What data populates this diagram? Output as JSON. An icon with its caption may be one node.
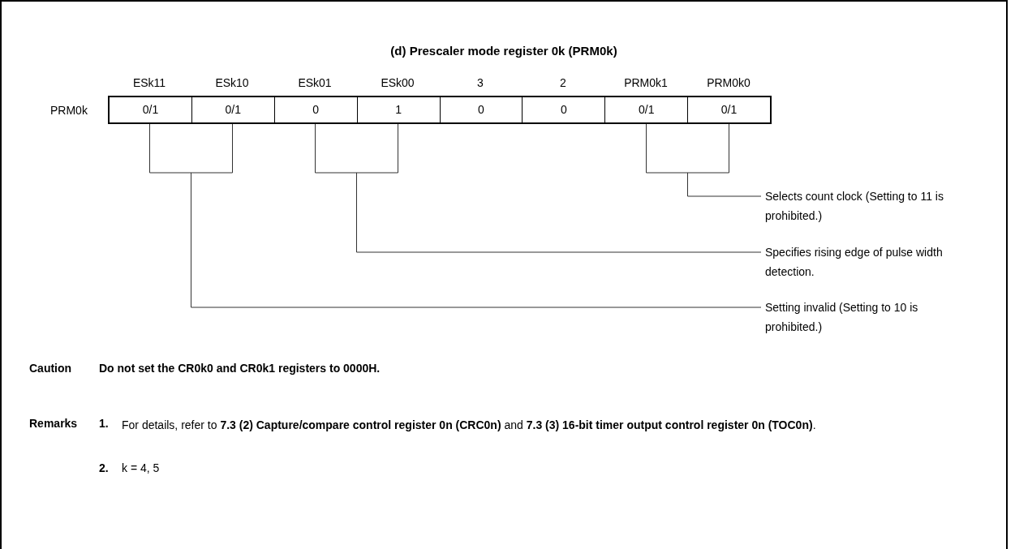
{
  "diagram": {
    "title": "(d)  Prescaler mode register 0k (PRM0k)",
    "nodes": [
      {
        "text": [],
        "shape": "box"
      },
      {
        "text": [
          "0/1"
        ],
        "in": 0,
        "beside": [
          "ESk11"
        ]
      },
      {
        "text": [
          "0/1"
        ],
        "in": 0,
        "beside": [
          "ESk10"
        ]
      },
      {
        "text": [
          "0"
        ],
        "in": 0,
        "beside": [
          "ESk01"
        ]
      },
      {
        "text": [
          "1"
        ],
        "in": 0,
        "beside": [
          "ESk00"
        ]
      },
      {
        "text": [
          "0"
        ],
        "in": 0,
        "beside": [
          "3"
        ]
      },
      {
        "text": [
          "0"
        ],
        "in": 0,
        "beside": [
          "2"
        ]
      },
      {
        "text": [
          "0/1"
        ],
        "in": 0,
        "beside": [
          "PRM0k1"
        ]
      },
      {
        "text": [
          "0/1"
        ],
        "in": 0,
        "beside": [
          "PRM0k0"
        ]
      },
      {
        "text": [],
        "shape": "bracket"
      },
      {
        "text": [],
        "shape": "bracket"
      },
      {
        "text": [],
        "shape": "bracket"
      },
      {
        "text": [
          "Selects count clock (Setting to 11 is prohibited.)"
        ]
      },
      {
        "text": [
          "Specifies rising edge of pulse width detection."
        ]
      },
      {
        "text": [
          "Setting invalid (Setting to 10 is prohibited.)"
        ]
      }
    ],
    "edges": [
      {
        "from": 12,
        "to": 11,
        "arrow": "none"
      },
      {
        "from": 13,
        "to": 10,
        "arrow": "none"
      },
      {
        "from": 14,
        "to": 9,
        "arrow": "none"
      }
    ],
    "labels": [
      "PRM0k",
      "Caution",
      "Do not set the CR0k0 and CR0k1 registers to 0000H.",
      "Remarks",
      "1.",
      "For details, refer to **7.3 (2) Capture/compare control register 0n (CRC0n)** and **7.3 (3) 16-bit timer output control register 0n (TOC0n)**.",
      "2.",
      "k = 4, 5"
    ]
  }
}
